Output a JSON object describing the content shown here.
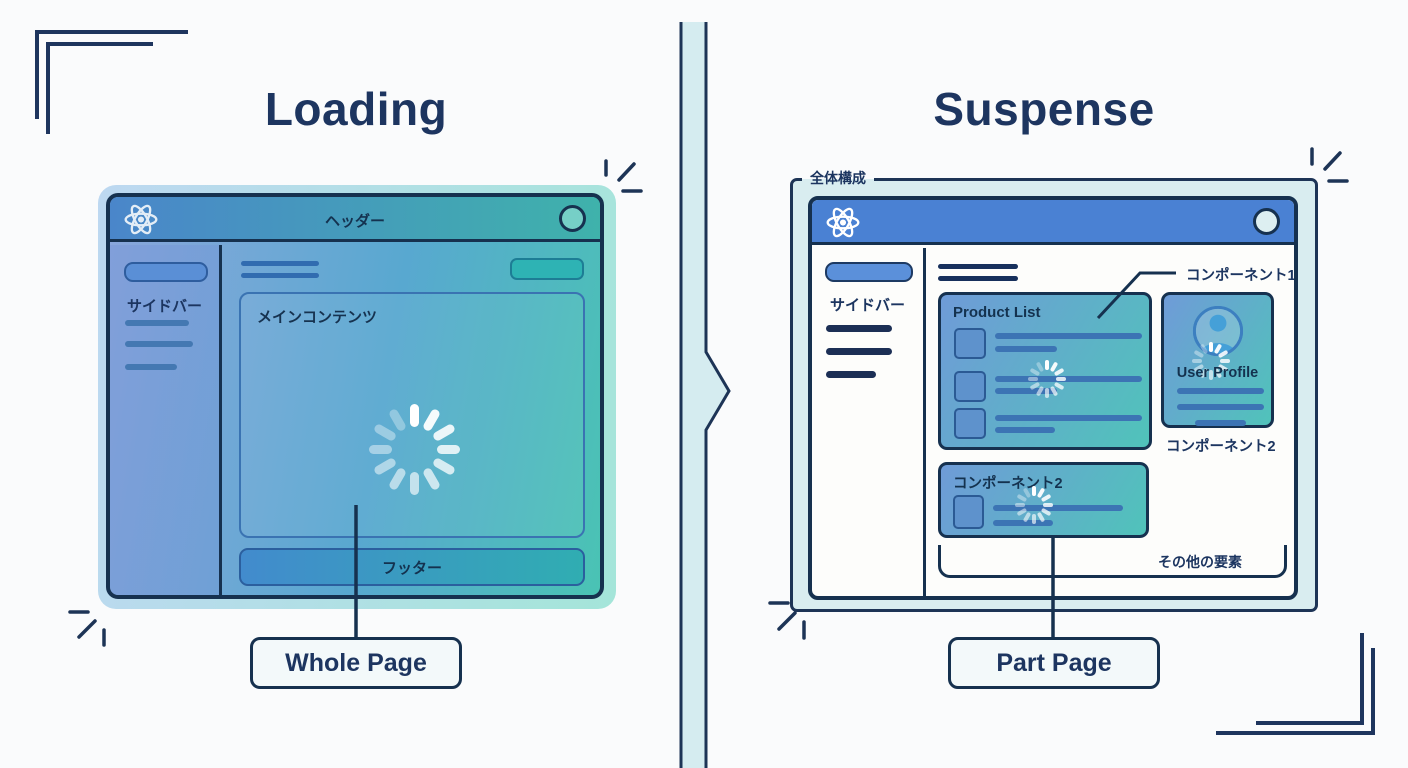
{
  "left_panel": {
    "title": "Loading",
    "window": {
      "header_label": "ヘッダー",
      "sidebar_label": "サイドバー",
      "main_content_label": "メインコンテンツ",
      "footer_label": "フッター"
    },
    "caption": "Whole Page"
  },
  "right_panel": {
    "title": "Suspense",
    "frame_label": "全体構成",
    "window": {
      "sidebar_label": "サイドバー",
      "product_list_title": "Product List",
      "user_profile_title": "User Profile",
      "component1_label": "コンポーネント1",
      "component2_label": "コンポーネント2",
      "component2_card_title": "コンポーネント2",
      "others_label": "その他の要素"
    },
    "caption": "Part Page"
  },
  "icons": {
    "react_logo": "react-atom-icon",
    "spinner": "loading-spinner-icon",
    "avatar": "user-avatar-icon",
    "arrow": "transition-arrow"
  },
  "colors": {
    "navy": "#16314f",
    "text_navy": "#1d3560",
    "header_blue": "#4a81d3",
    "teal": "#4ac3b4",
    "light_cyan": "#d9edf0",
    "card_blue": "#6f9bd8",
    "skeleton_blue": "#3c74b4"
  }
}
